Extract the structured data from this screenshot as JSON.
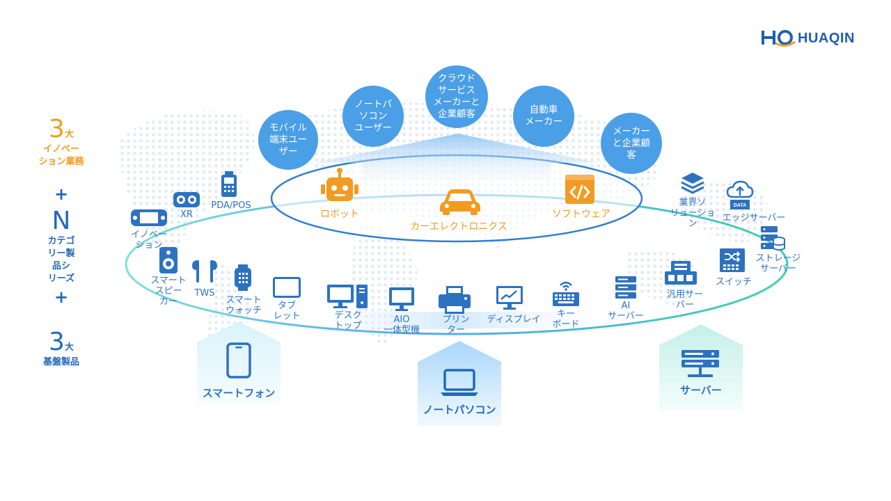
{
  "brand": {
    "name": "HUAQIN",
    "mark": "HQ",
    "primary": "#1f5fae",
    "accent": "#f29b22"
  },
  "left_summary": {
    "innovation_num": "3",
    "innovation_unit": "大",
    "innovation_label": "イノベー\nション業務",
    "plus1": "+",
    "category_letter": "N",
    "category_label": "カテゴ\nリー製\n品シ\nリーズ",
    "plus2": "+",
    "base_num": "3",
    "base_unit": "大",
    "base_label": "基盤製品"
  },
  "customers": [
    {
      "label": "モバイル\n端末ユー\nザー"
    },
    {
      "label": "ノートパ\nソコン\nユーザー"
    },
    {
      "label": "クラウド\nサービス\nメーカーと\n企業顧客"
    },
    {
      "label": "自動車\nメーカー"
    },
    {
      "label": "メーカー\nと企業顧\n客"
    }
  ],
  "innovations": [
    {
      "label": "ロボット",
      "icon": "robot-icon"
    },
    {
      "label": "カーエレクトロニクス",
      "icon": "car-icon"
    },
    {
      "label": "ソフトウェア",
      "icon": "code-icon"
    }
  ],
  "ring_products": {
    "game": "イノベー\nション",
    "xr": "XR",
    "pos": "PDA/POS",
    "speaker": "スマート\nスピー\nカー",
    "tws": "TWS",
    "watch": "スマート\nウォッチ",
    "tablet": "タブ\nレット",
    "desktop": "デスク\nトップ",
    "aio": "AIO\n一体型機",
    "printer": "プリン\nター",
    "display": "ディスプレイ",
    "keyboard": "キー\nボード",
    "ai_server": "AI\nサーバー",
    "general_server": "汎用サー\nバー",
    "switch": "スイッチ",
    "storage": "ストレージ\nサーバー",
    "industry": "業界ソ\nリューショ\nン",
    "edge": "エッジサーバー",
    "data_badge": "DATA"
  },
  "base_products": [
    {
      "label": "スマートフォン",
      "icon": "smartphone-icon"
    },
    {
      "label": "ノートパソコン",
      "icon": "laptop-icon"
    },
    {
      "label": "サーバー",
      "icon": "server-icon"
    }
  ],
  "colors": {
    "blue": "#2d72c0",
    "bubble": "#4a9fe6",
    "orange": "#f29b22",
    "green": "#3bd1b0"
  }
}
